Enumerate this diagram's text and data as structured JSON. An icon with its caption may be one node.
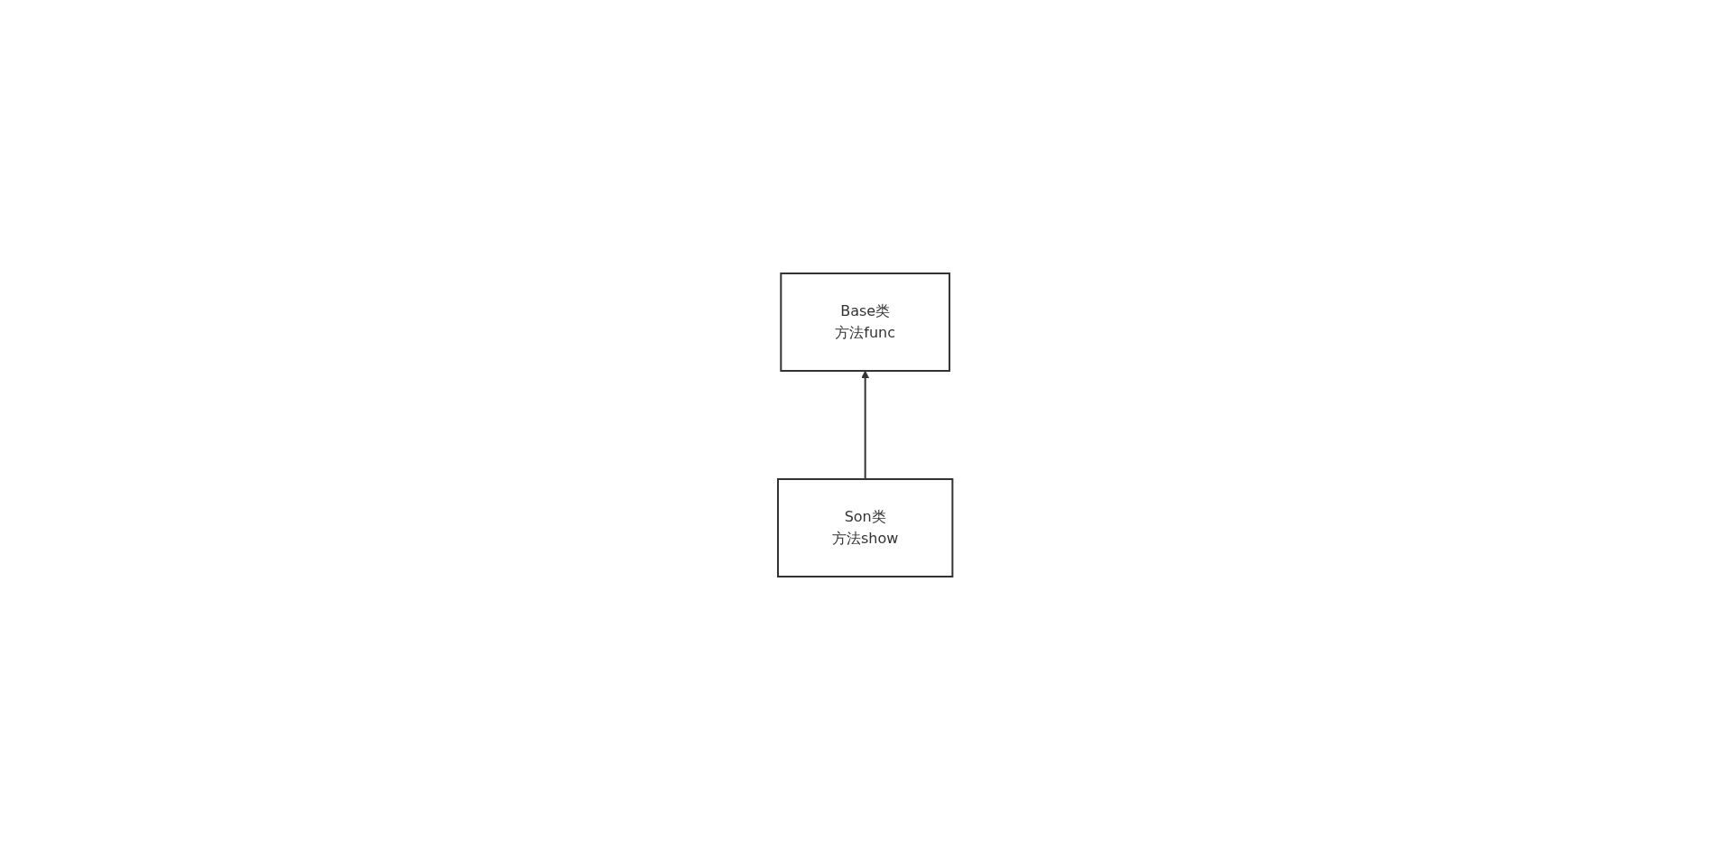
{
  "diagram": {
    "nodes": [
      {
        "text": [
          "Base类",
          "方法func"
        ]
      },
      {
        "text": [
          "Son类",
          "方法show"
        ]
      }
    ],
    "edges": [
      {
        "from": 1,
        "to": 0,
        "arrow": "to"
      }
    ]
  }
}
